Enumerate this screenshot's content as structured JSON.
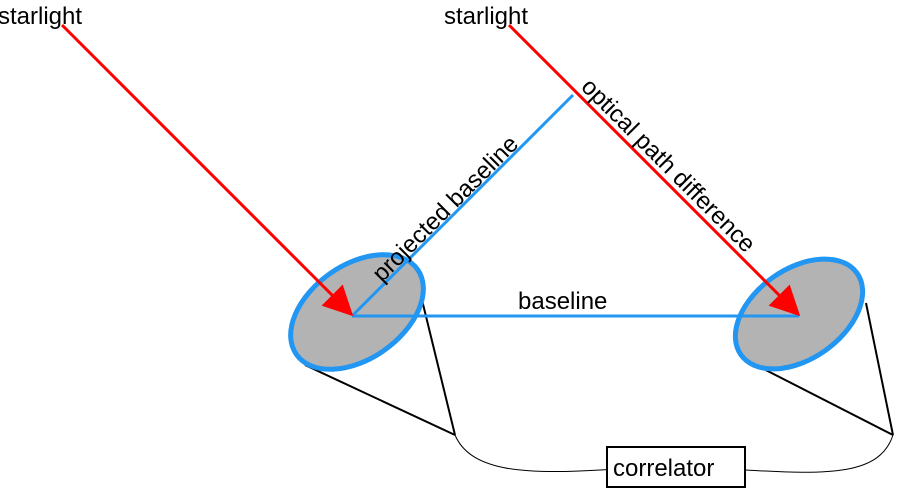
{
  "labels": {
    "starlight_left": "starlight",
    "starlight_right": "starlight",
    "projected_baseline": "projected baseline",
    "optical_path_difference": "optical path difference",
    "baseline": "baseline",
    "correlator": "correlator"
  },
  "colors": {
    "starlight_ray": "#ff0000",
    "baseline_line": "#2196f3",
    "mirror_fill": "#b3b3b3",
    "mirror_rim": "#2196f3",
    "beam_lines": "#000000"
  },
  "icons": {
    "left_telescope": "telescope-mirror-icon",
    "right_telescope": "telescope-mirror-icon"
  }
}
